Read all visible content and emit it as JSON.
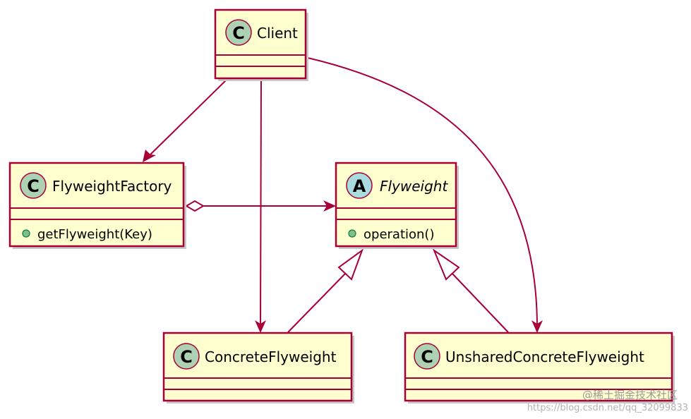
{
  "diagram": {
    "classes": {
      "client": {
        "stereotype": "C",
        "name": "Client"
      },
      "factory": {
        "stereotype": "C",
        "name": "FlyweightFactory",
        "method": "getFlyweight(Key)"
      },
      "flyweight": {
        "stereotype": "A",
        "name": "Flyweight",
        "method": "operation()"
      },
      "concrete": {
        "stereotype": "C",
        "name": "ConcreteFlyweight"
      },
      "unshared": {
        "stereotype": "C",
        "name": "UnsharedConcreteFlyweight"
      }
    },
    "relations": [
      {
        "from": "Client",
        "to": "FlyweightFactory",
        "kind": "association"
      },
      {
        "from": "Client",
        "to": "ConcreteFlyweight",
        "kind": "association"
      },
      {
        "from": "Client",
        "to": "UnsharedConcreteFlyweight",
        "kind": "association"
      },
      {
        "from": "FlyweightFactory",
        "to": "Flyweight",
        "kind": "aggregation"
      },
      {
        "from": "ConcreteFlyweight",
        "to": "Flyweight",
        "kind": "generalization"
      },
      {
        "from": "UnsharedConcreteFlyweight",
        "to": "Flyweight",
        "kind": "generalization"
      }
    ]
  },
  "watermark": {
    "line1": "@稀土掘金技术社区",
    "line2": "https://blog.csdn.net/qq_32099833"
  },
  "colors": {
    "box_fill": "#FEFECE",
    "border": "#A80036",
    "class_circle": "#ADD1B2",
    "abstract_circle": "#A9DCDF",
    "public_marker": "#84BE84"
  }
}
